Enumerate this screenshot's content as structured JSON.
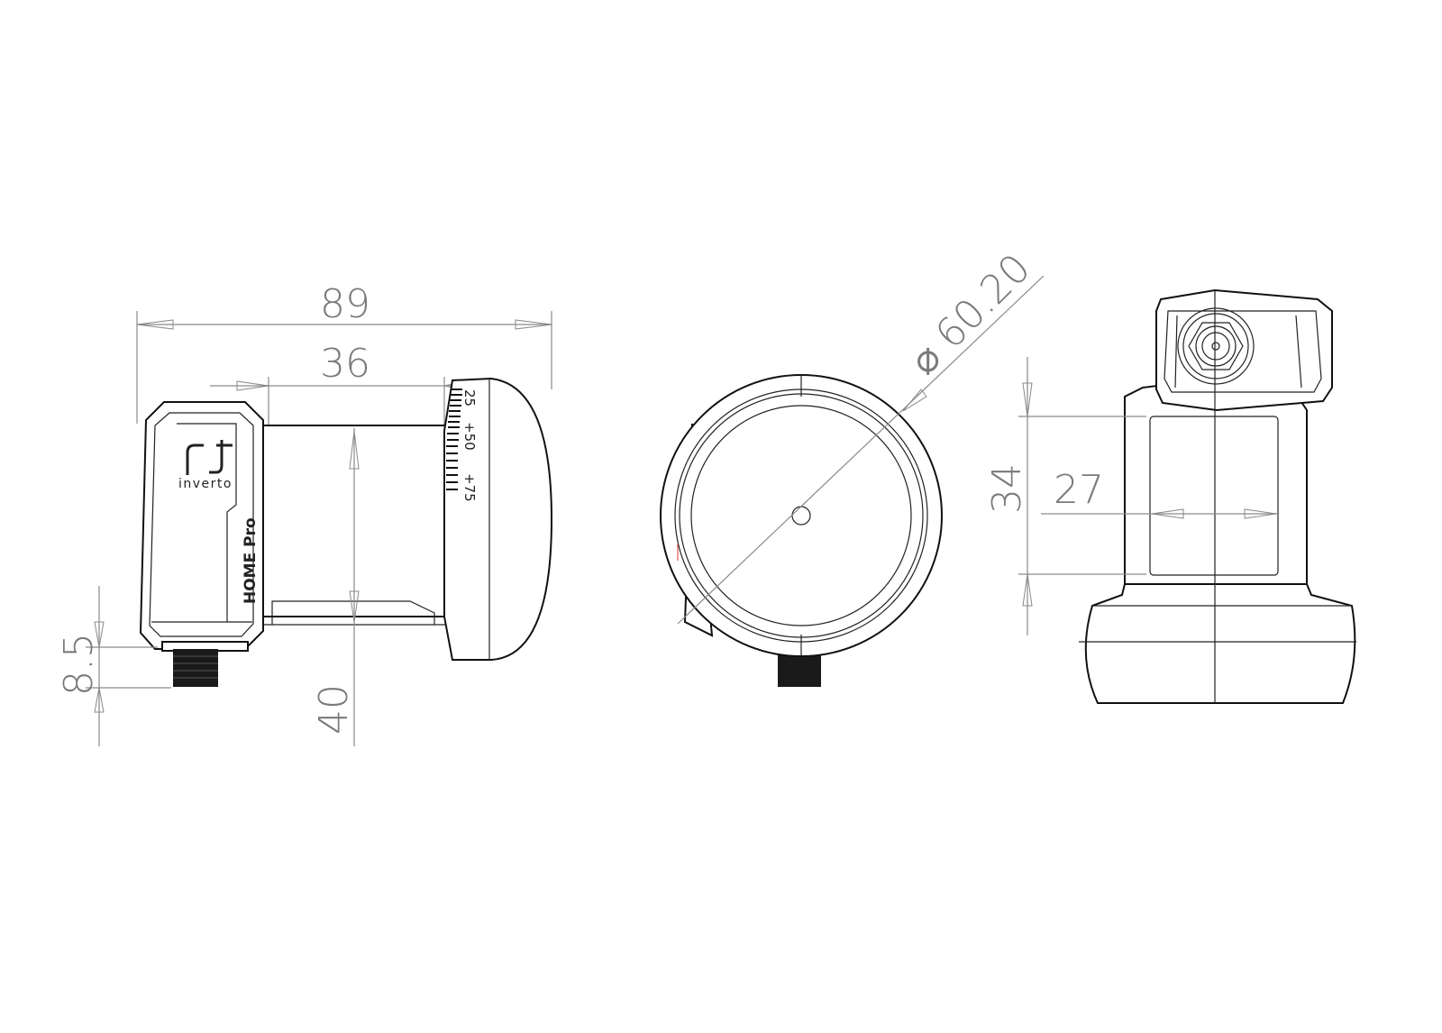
{
  "drawing": {
    "views": [
      "side",
      "front",
      "rear"
    ],
    "dimensions": {
      "overall_length": "89",
      "neck_length": "36",
      "connector_offset": "8.5",
      "height": "40",
      "horn_diameter": "⌀ 60.20",
      "body_height": "34",
      "body_width": "27"
    },
    "branding": {
      "logo_mark": "rt",
      "brand_name": "inverto",
      "model": "HOME Pro"
    },
    "skew_scale": [
      "25",
      "+50",
      "+75"
    ],
    "colors": {
      "line": "#111111",
      "dimension": "#8a8a8a"
    }
  }
}
